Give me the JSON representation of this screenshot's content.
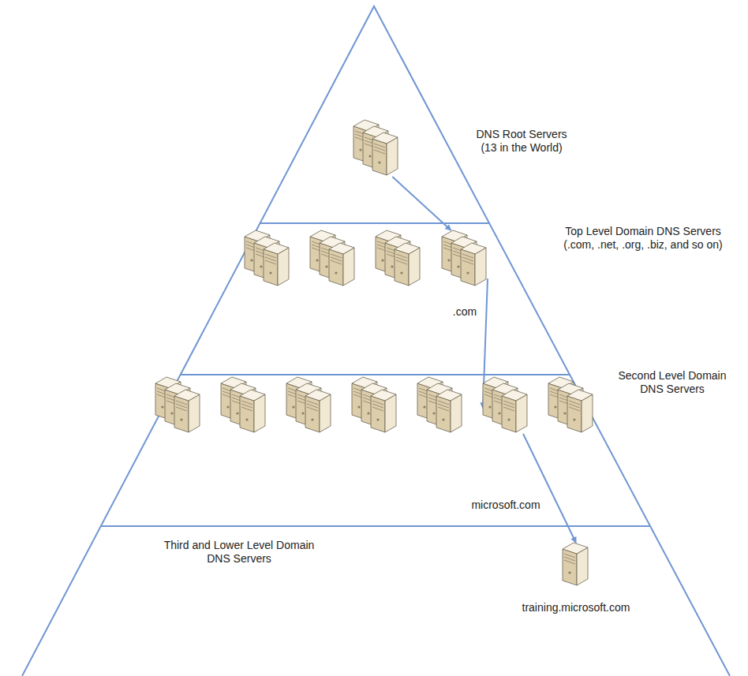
{
  "diagram": {
    "nodes": [
      {
        "text": [
          "DNS Root Servers (13 in the World)"
        ]
      },
      {
        "text": [
          ".com"
        ]
      },
      {
        "text": [
          "microsoft.com"
        ]
      },
      {
        "text": [
          "training.microsoft.com"
        ]
      }
    ],
    "edges": [
      {
        "from": 0,
        "to": 1,
        "arrow": "to"
      },
      {
        "from": 1,
        "to": 2,
        "arrow": "to"
      },
      {
        "from": 2,
        "to": 3,
        "arrow": "to"
      }
    ],
    "labels": [
      "Top Level Domain DNS Servers (.com, .net, .org, .biz, and so on)",
      "Second Level Domain DNS Servers",
      "Third and Lower Level Domain DNS Servers"
    ]
  }
}
